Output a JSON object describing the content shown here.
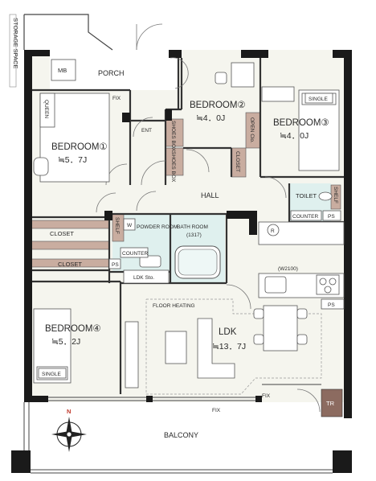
{
  "labels": {
    "storage_space": "STORAGE SPACE",
    "mb": "MB",
    "porch": "PORCH",
    "fix_top": "FIX",
    "queen": "QUEEN",
    "bedroom1": "BEDROOM①",
    "bedroom1_area": "≒5．7J",
    "ent": "ENT",
    "shoes_box_1": "SHOES BOX",
    "shoes_box_2": "SHOES BOX",
    "bedroom2": "BEDROOM②",
    "bedroom2_area": "≒4．0J",
    "open_clo": "OPEN Clo.",
    "closet_v": "CLOSET",
    "single_top": "SINGLE",
    "bedroom3": "BEDROOM③",
    "bedroom3_area": "≒4．0J",
    "hall": "HALL",
    "toilet": "TOILET",
    "shelf_toilet": "SHELF",
    "counter_toilet": "COUNTER",
    "ps_toilet": "PS",
    "closet_1": "CLOSET",
    "closet_2": "CLOSET",
    "shelf_powder": "SHELF",
    "w": "W",
    "powder_room": "POWDER ROOM",
    "bath_room": "BATH ROOM",
    "bath_size": "(1317)",
    "counter_powder": "COUNTER",
    "ps_powder": "PS",
    "ldk_sto": "LDK Sto.",
    "r": "R",
    "w2100": "(W2100)",
    "ps_kitchen": "PS",
    "floor_heating": "FLOOR HEATING",
    "ldk": "LDK",
    "ldk_area": "≒13．7J",
    "bedroom4": "BEDROOM④",
    "bedroom4_area": "≒5．2J",
    "single_bottom": "SINGLE",
    "fix_bottom_1": "FIX",
    "fix_bottom_2": "FIX",
    "tr": "TR",
    "balcony": "BALCONY",
    "north": "N"
  },
  "colors": {
    "wall": "#1a1a1a",
    "floor": "#f5f5ee",
    "closet": "#c9ada0",
    "wet_area": "#dff0ee",
    "tr_box": "#8c6b60",
    "outline": "#555555"
  },
  "icons": [
    "compass-icon",
    "door-swing-icon",
    "toilet-icon",
    "bathtub-icon",
    "sink-icon",
    "stove-icon"
  ]
}
